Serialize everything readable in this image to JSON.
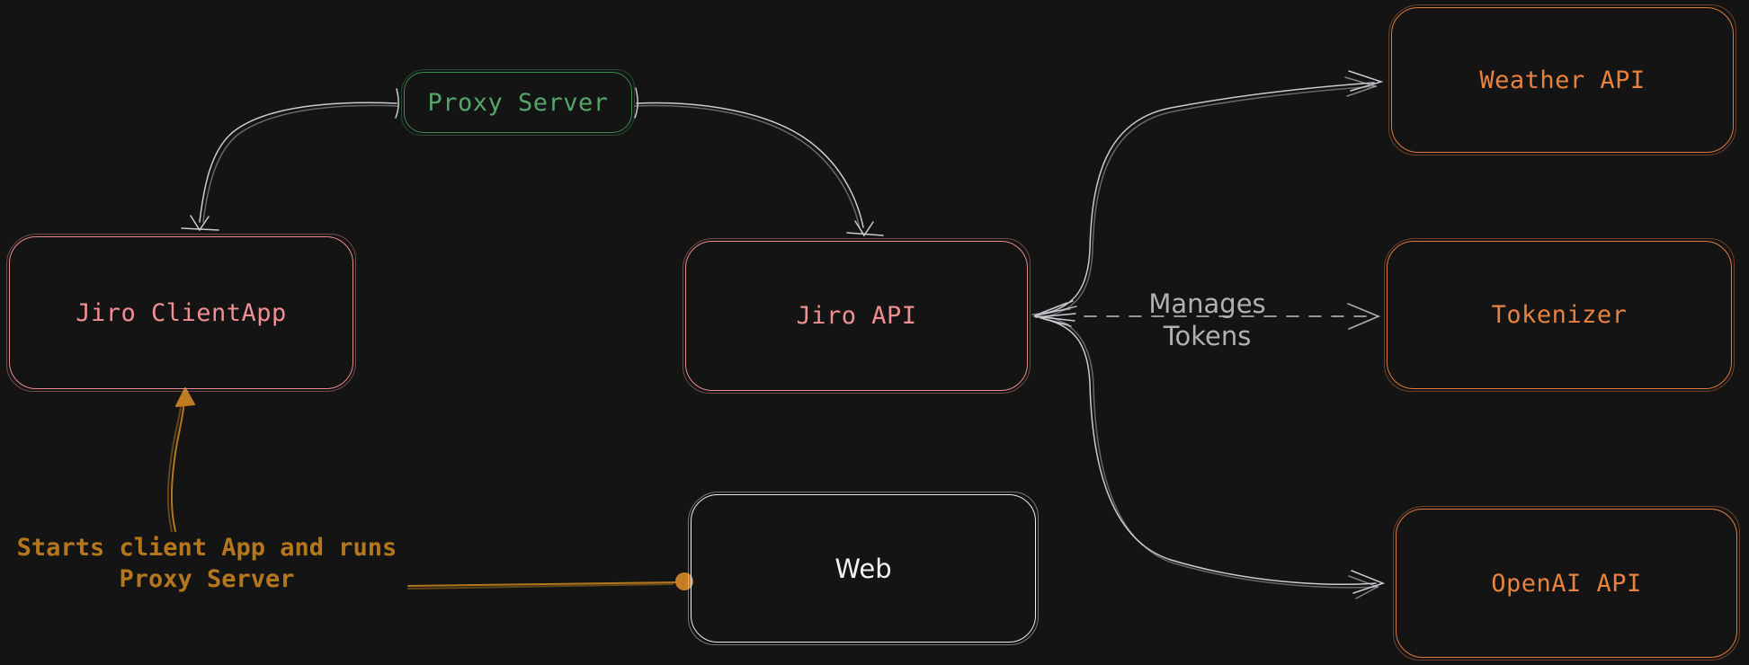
{
  "canvas": {
    "background": "#141414",
    "type": "whiteboard-diagram"
  },
  "colors": {
    "green_node": "#3e8a52",
    "salmon_node": "#ec8a8c",
    "orange_node": "#dd7b3e",
    "white_node": "#eeeeee",
    "gray_arrow": "#c9ccd1",
    "gray_label": "#b1b1b4",
    "amber_annotation": "#b5771e"
  },
  "nodes": [
    {
      "key": "proxy-server",
      "label": "Proxy Server"
    },
    {
      "key": "jiro-clientapp",
      "label": "Jiro ClientApp"
    },
    {
      "key": "jiro-api",
      "label": "Jiro API"
    },
    {
      "key": "web",
      "label": "Web"
    },
    {
      "key": "weather-api",
      "label": "Weather API"
    },
    {
      "key": "tokenizer",
      "label": "Tokenizer"
    },
    {
      "key": "openai-api",
      "label": "OpenAI API"
    }
  ],
  "edges": [
    {
      "from": "proxy-server",
      "to": "jiro-clientapp",
      "style": "solid",
      "start_cap": "bar",
      "end_cap": "arrow",
      "label": ""
    },
    {
      "from": "proxy-server",
      "to": "jiro-api",
      "style": "solid",
      "start_cap": "bar",
      "end_cap": "arrow",
      "label": ""
    },
    {
      "from": "jiro-api",
      "to": "weather-api",
      "style": "solid",
      "start_cap": "arrow",
      "end_cap": "arrow",
      "label": ""
    },
    {
      "from": "jiro-api",
      "to": "tokenizer",
      "style": "dashed",
      "start_cap": "arrow",
      "end_cap": "arrow",
      "label": "Manages\nTokens"
    },
    {
      "from": "jiro-api",
      "to": "openai-api",
      "style": "solid",
      "start_cap": "arrow",
      "end_cap": "arrow",
      "label": ""
    },
    {
      "from": "annotation",
      "to": "jiro-clientapp",
      "style": "solid",
      "start_cap": "none",
      "end_cap": "filled-arrow",
      "label": ""
    },
    {
      "from": "annotation",
      "to": "web",
      "style": "solid",
      "start_cap": "none",
      "end_cap": "dot",
      "label": ""
    }
  ],
  "edge_labels": {
    "manages_tokens": "Manages\nTokens"
  },
  "annotation": {
    "text": "Starts client App and runs\nProxy Server"
  }
}
